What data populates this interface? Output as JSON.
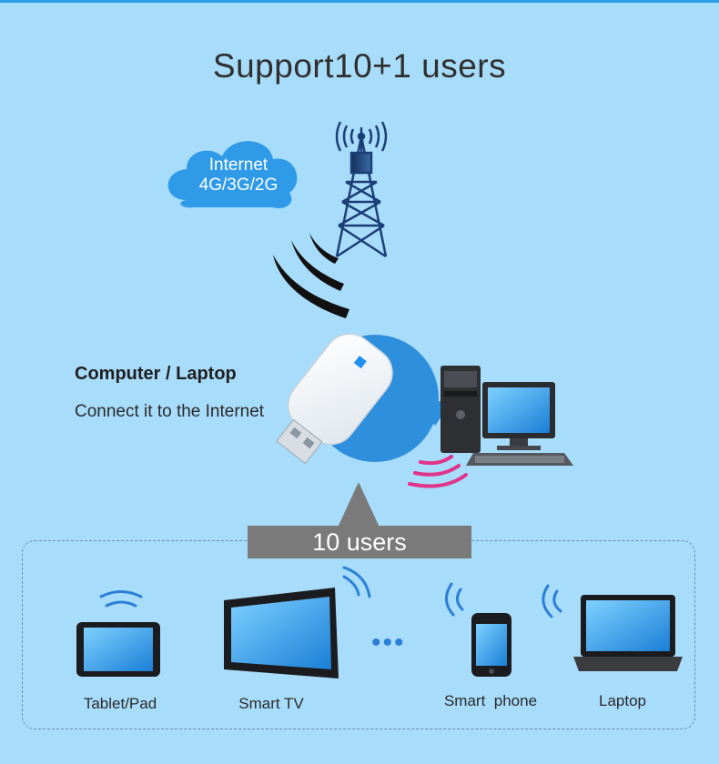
{
  "title": "Support10+1 users",
  "cloud": {
    "line1": "Internet",
    "line2": "4G/3G/2G",
    "color": "#2f9be8"
  },
  "computer": {
    "heading": "Computer / Laptop",
    "subtitle": "Connect it to the Internet"
  },
  "users_banner": "10 users",
  "ellipsis": "•••",
  "devices": [
    {
      "label": "Tablet/Pad",
      "icon": "tablet-icon"
    },
    {
      "label": "Smart TV",
      "icon": "smart-tv-icon"
    },
    {
      "label": "Smart  phone",
      "icon": "smartphone-icon"
    },
    {
      "label": "Laptop",
      "icon": "laptop-icon"
    }
  ],
  "colors": {
    "background": "#a8dcfb",
    "accent_blue": "#2b9fe6",
    "banner_gray": "#7a7a7a",
    "signal_pink": "#e0338a"
  }
}
